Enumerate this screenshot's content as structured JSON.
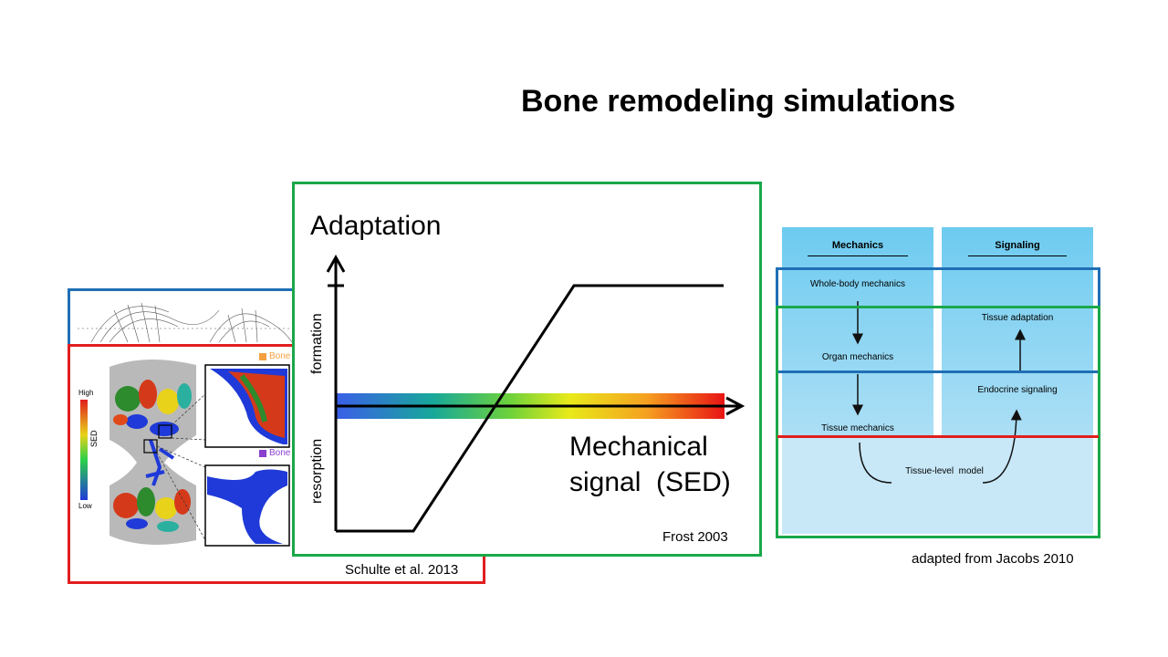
{
  "slide": {
    "title": "Bone remodeling simulations"
  },
  "left_figure": {
    "colorbar_high": "High",
    "colorbar_low": "Low",
    "colorbar_label": "SED",
    "legend_1": "Bone",
    "legend_2": "Bone",
    "citation": "Schulte  et al. 2013",
    "colors": {
      "outer_frame": "#1f6fb5",
      "inner_frame": "#e01e1e",
      "legend_1": "#f5a040",
      "legend_2": "#8a3fcf"
    }
  },
  "center_figure": {
    "y_axis_title": "Adaptation",
    "upper_label": "formation",
    "lower_label": "resorption",
    "x_axis_title_line1": "Mechanical",
    "x_axis_title_line2": "signal  (SED)",
    "citation": "Frost 2003",
    "colors": {
      "frame": "#1aa84a",
      "gradient": [
        "#3a5ee8",
        "#18a89a",
        "#6fd23a",
        "#e8ea1a",
        "#f5a020",
        "#e81414"
      ]
    }
  },
  "right_figure": {
    "column_left_header": "Mechanics",
    "column_right_header": "Signaling",
    "node_whole_body": "Whole-body mechanics",
    "node_organ": "Organ mechanics",
    "node_tissue_mech": "Tissue mechanics",
    "node_tissue_adapt": "Tissue adaptation",
    "node_endocrine": "Endocrine signaling",
    "model_label": "Tissue-level  model",
    "citation": "adapted from Jacobs 2010",
    "colors": {
      "blue_frame": "#1f6fb5",
      "green_frame": "#1aa84a",
      "red_line": "#e01e1e",
      "panel_top": "#6dcbf0",
      "panel_bottom": "#c8e8f8"
    }
  }
}
